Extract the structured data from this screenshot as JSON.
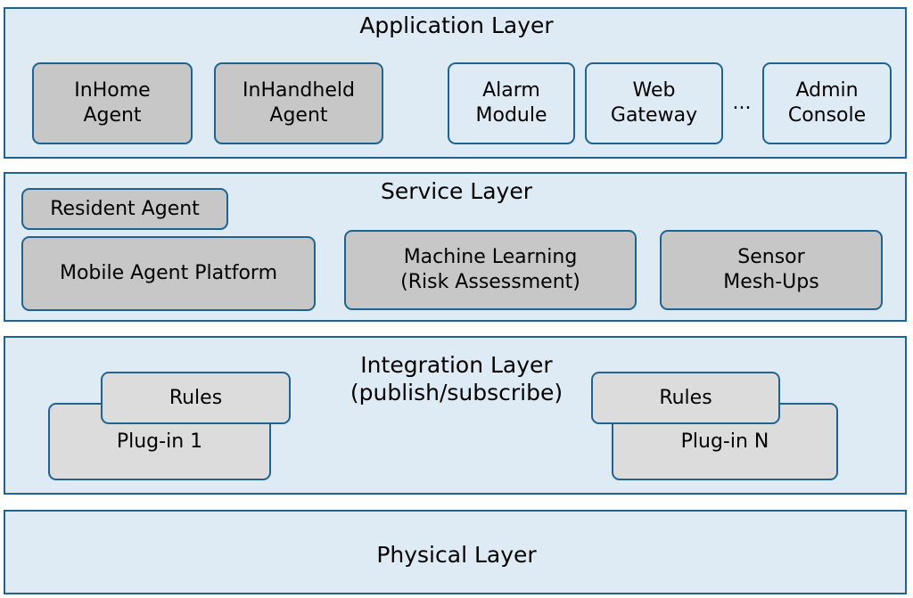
{
  "diagram": {
    "title": "Layered system architecture diagram",
    "colors": {
      "layer_fill": "#deebf5",
      "layer_border": "#1f6391",
      "node_dark_fill": "#c7c7c7",
      "node_light_fill": "#dcdcdc"
    },
    "layers": [
      {
        "id": "application",
        "title": "Application Layer",
        "nodes": [
          {
            "id": "inhome",
            "label_lines": [
              "InHome",
              "Agent"
            ]
          },
          {
            "id": "inhandheld",
            "label_lines": [
              "InHandheld",
              "Agent"
            ]
          },
          {
            "id": "alarm",
            "label_lines": [
              "Alarm",
              "Module"
            ]
          },
          {
            "id": "webgateway",
            "label_lines": [
              "Web",
              "Gateway"
            ]
          },
          {
            "id": "admin",
            "label_lines": [
              "Admin",
              "Console"
            ]
          }
        ],
        "ellipsis": "..."
      },
      {
        "id": "service",
        "title": "Service Layer",
        "nodes": [
          {
            "id": "resident",
            "label_lines": [
              "Resident Agent"
            ]
          },
          {
            "id": "mobile",
            "label_lines": [
              "Mobile Agent Platform"
            ]
          },
          {
            "id": "ml",
            "label_lines": [
              "Machine Learning",
              "(Risk Assessment)"
            ]
          },
          {
            "id": "sensor",
            "label_lines": [
              "Sensor",
              "Mesh-Ups"
            ]
          }
        ]
      },
      {
        "id": "integration",
        "title_lines": [
          "Integration Layer",
          "(publish/subscribe)"
        ],
        "nodes": [
          {
            "id": "rules1",
            "label_lines": [
              "Rules"
            ]
          },
          {
            "id": "plugin1",
            "label_lines": [
              "Plug-in 1"
            ]
          },
          {
            "id": "rulesN",
            "label_lines": [
              "Rules"
            ]
          },
          {
            "id": "pluginN",
            "label_lines": [
              "Plug-in N"
            ]
          }
        ]
      },
      {
        "id": "physical",
        "title": "Physical Layer",
        "nodes": []
      }
    ]
  }
}
